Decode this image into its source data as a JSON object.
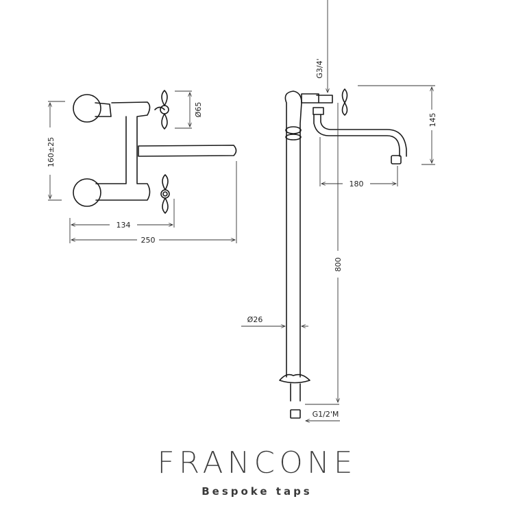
{
  "drawing": {
    "front_view": {
      "dim_height": "160±25",
      "dim_handle_diameter": "Ø65",
      "dim_centre_width": "134",
      "dim_total_width": "250"
    },
    "side_view": {
      "dim_thread_top": "G3/4'",
      "dim_spout_height": "145",
      "dim_spout_reach": "180",
      "dim_pipe_height": "800",
      "dim_pipe_diameter": "Ø26",
      "dim_thread_bottom": "G1/2'M"
    }
  },
  "brand": {
    "name": "FRANCONE",
    "tagline": "Bespoke taps"
  }
}
